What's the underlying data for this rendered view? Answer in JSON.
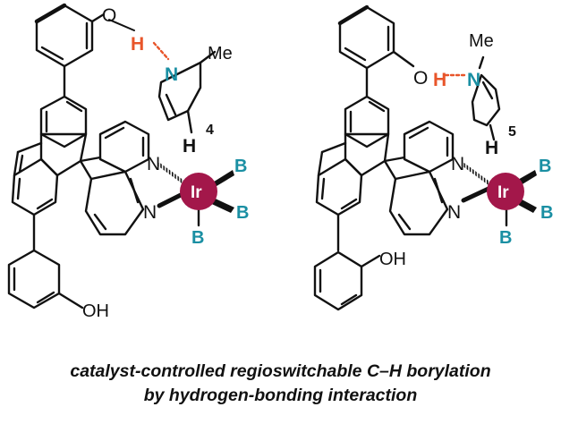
{
  "colors": {
    "ink": "#111111",
    "iridium": "#a3174a",
    "hydrogen_bond": "#e8552a",
    "nitrogen_pyridine": "#1a8fa3",
    "boron": "#1a8fa3"
  },
  "left_structure": {
    "o_label": "O",
    "h_bond_h_label": "H",
    "pyridine_n_label": "N",
    "methyl_label": "Me",
    "position_number": "4",
    "ch_h_label": "H",
    "bipy_n_top_label": "N",
    "bipy_n_bottom_label": "N",
    "metal_label": "Ir",
    "boron_top_label": "B",
    "boron_right_label": "B",
    "boron_bottom_label": "B",
    "oh_label": "OH"
  },
  "right_structure": {
    "o_label": "O",
    "h_bond_h_label": "H",
    "pyridine_n_label": "N",
    "methyl_label": "Me",
    "position_number": "5",
    "ch_h_label": "H",
    "bipy_n_top_label": "N",
    "bipy_n_bottom_label": "N",
    "metal_label": "Ir",
    "boron_top_label": "B",
    "boron_right_label": "B",
    "boron_bottom_label": "B",
    "oh_label": "OH"
  },
  "caption": {
    "line1": "catalyst-controlled regioswitchable C–H borylation",
    "line2": "by hydrogen-bonding interaction"
  }
}
